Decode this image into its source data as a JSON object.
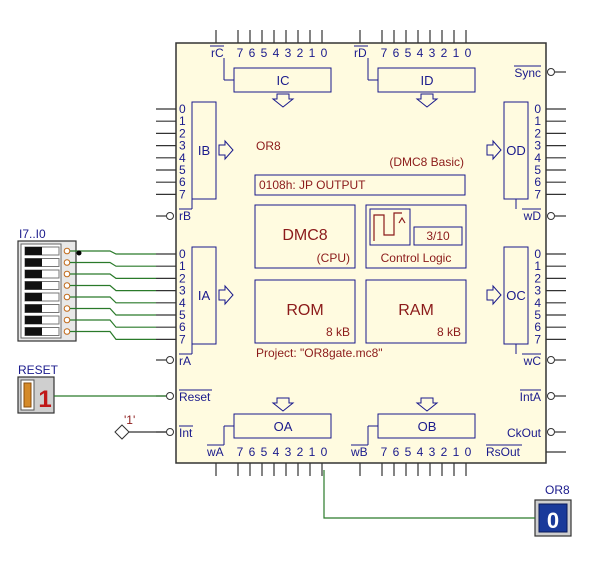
{
  "chip": {
    "name": "OR8",
    "variant": "(DMC8 Basic)",
    "instruction": "0108h:  JP   OUTPUT",
    "project": "Project: \"OR8gate.mc8\"",
    "cpu_label": "DMC8",
    "cpu_sub": "(CPU)",
    "control_label": "Control Logic",
    "control_value": "3/10",
    "rom_label": "ROM",
    "rom_size": "8 kB",
    "ram_label": "RAM",
    "ram_size": "8 kB"
  },
  "ports": {
    "ic": "IC",
    "id": "ID",
    "ib": "IB",
    "ia": "IA",
    "od": "OD",
    "oc": "OC",
    "oa": "OA",
    "ob": "OB"
  },
  "bit_digits": [
    "7",
    "6",
    "5",
    "4",
    "3",
    "2",
    "1",
    "0"
  ],
  "side_bits": [
    "0",
    "1",
    "2",
    "3",
    "4",
    "5",
    "6",
    "7"
  ],
  "signals": {
    "rC": "rC",
    "rD": "rD",
    "sync": "Sync",
    "rB": "rB",
    "wD": "wD",
    "rA": "rA",
    "wC": "wC",
    "reset": "Reset",
    "intA": "IntA",
    "int": "Int",
    "ckout": "CkOut",
    "wA": "wA",
    "wB": "wB",
    "rsout": "RsOut"
  },
  "switch_bank": {
    "label": "I7..I0"
  },
  "reset_button": {
    "label": "RESET",
    "value": "1"
  },
  "const_input": {
    "label": "'1'"
  },
  "output_display": {
    "label": "OR8",
    "value": "0"
  }
}
